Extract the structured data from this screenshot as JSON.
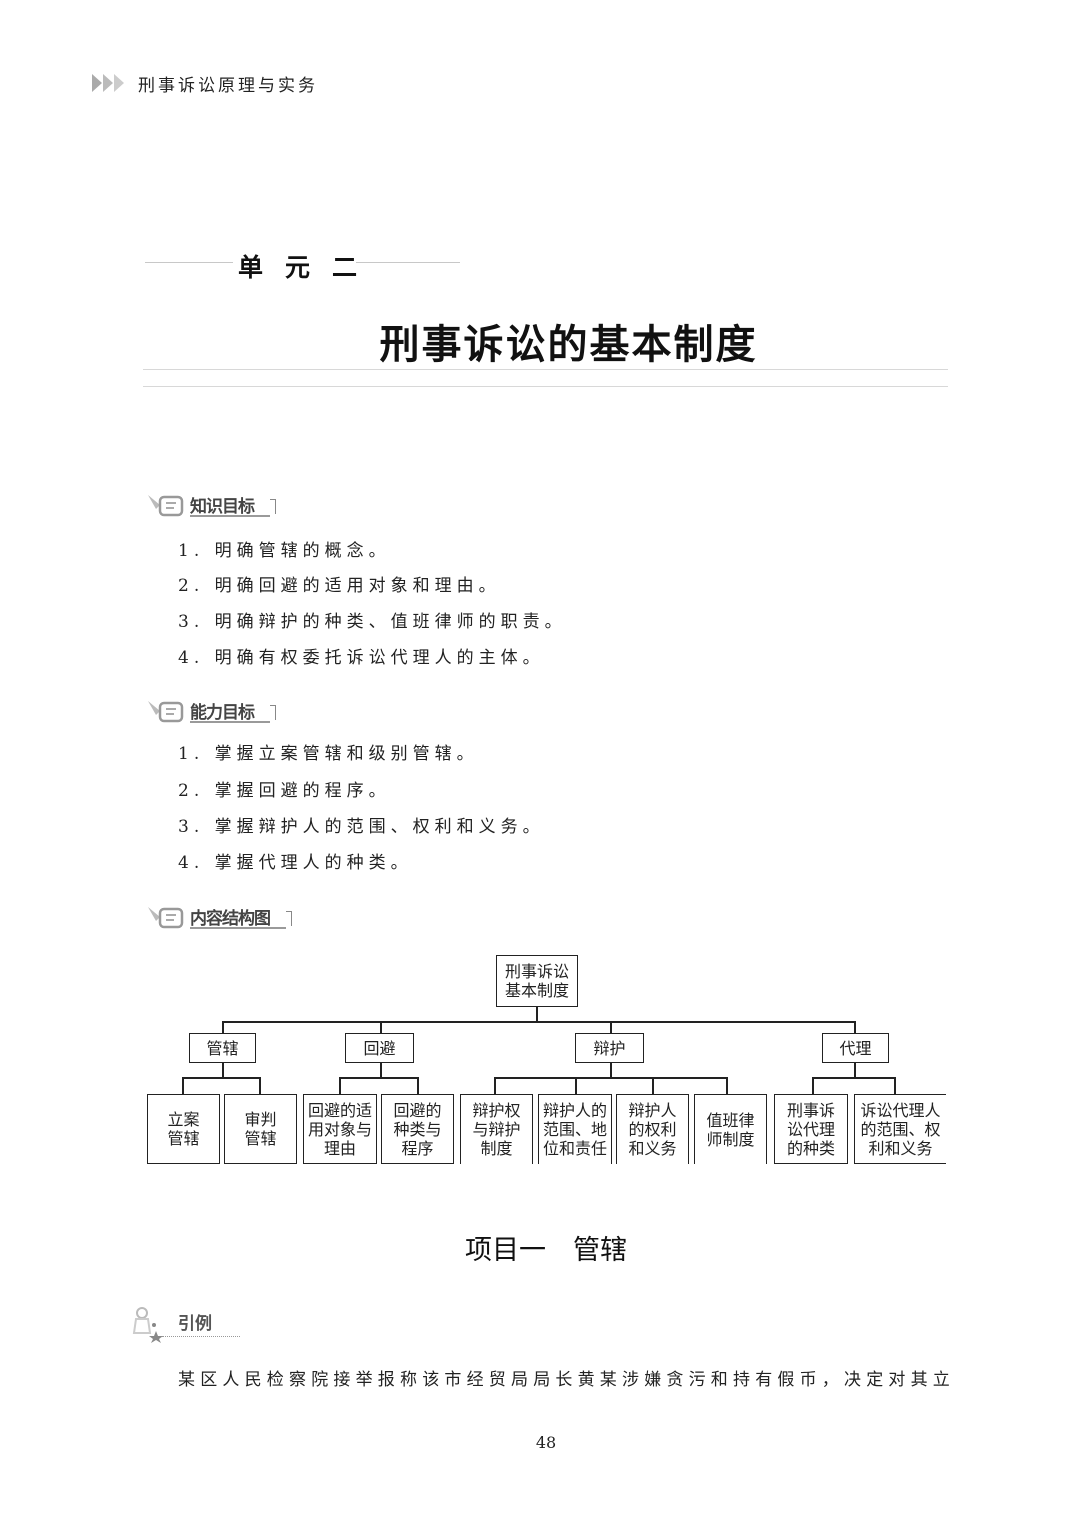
{
  "running_header": {
    "icon": "triple-arrow-icon",
    "title": "刑事诉讼原理与实务"
  },
  "unit": {
    "label": "单元二",
    "title": "刑事诉讼的基本制度"
  },
  "sections": {
    "knowledge_goals": {
      "icon": "notebook-pen-icon",
      "title": "知识目标",
      "items": [
        "1. 明确管辖的概念。",
        "2. 明确回避的适用对象和理由。",
        "3. 明确辩护的种类、值班律师的职责。",
        "4. 明确有权委托诉讼代理人的主体。"
      ]
    },
    "ability_goals": {
      "icon": "notebook-pen-icon",
      "title": "能力目标",
      "items": [
        "1. 掌握立案管辖和级别管辖。",
        "2. 掌握回避的程序。",
        "3. 掌握辩护人的范围、权利和义务。",
        "4. 掌握代理人的种类。"
      ]
    },
    "structure_map": {
      "icon": "notebook-pen-icon",
      "title": "内容结构图"
    }
  },
  "diagram": {
    "root": "刑事诉讼\n基本制度",
    "branches": [
      {
        "label": "管辖",
        "children": [
          "立案\n管辖",
          "审判\n管辖"
        ]
      },
      {
        "label": "回避",
        "children": [
          "回避的适\n用对象与\n理由",
          "回避的\n种类与\n程序"
        ]
      },
      {
        "label": "辩护",
        "children": [
          "辩护权\n与辩护\n制度",
          "辩护人的\n范围、地\n位和责任",
          "辩护人\n的权利\n和义务",
          "值班律\n师制度"
        ]
      },
      {
        "label": "代理",
        "children": [
          "刑事诉\n讼代理\n的种类",
          "诉讼代理人\n的范围、权\n利和义务"
        ]
      }
    ]
  },
  "project": {
    "title": "项目一　管辖"
  },
  "example": {
    "icon": "star-figure-icon",
    "title": "引例",
    "text": "某区人民检察院接举报称该市经贸局局长黄某涉嫌贪污和持有假币，决定对其立"
  },
  "page_number": "48"
}
